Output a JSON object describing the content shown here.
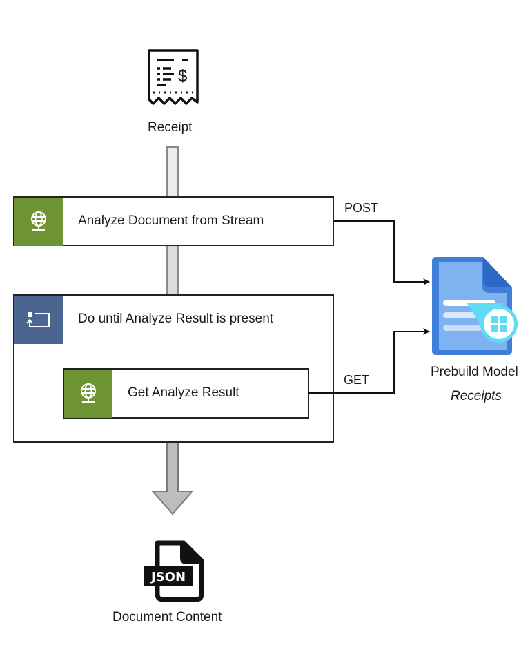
{
  "diagram": {
    "source": {
      "label": "Receipt",
      "icon": "receipt-icon"
    },
    "steps": [
      {
        "label": "Analyze Document from Stream",
        "icon": "globe-network-icon",
        "color": "#6e9332"
      },
      {
        "label": "Do until Analyze Result is present",
        "icon": "loop-icon",
        "color": "#4b6590",
        "children": [
          {
            "label": "Get Analyze Result",
            "icon": "globe-network-icon",
            "color": "#6e9332"
          }
        ]
      }
    ],
    "model": {
      "label": "Prebuild Model",
      "sublabel": "Receipts",
      "icon": "form-recognizer-icon"
    },
    "output": {
      "label": "Document Content",
      "icon": "json-file-icon",
      "badge": "JSON"
    },
    "connections": [
      {
        "from": "Analyze Document from Stream",
        "to": "Prebuild Model",
        "label": "POST"
      },
      {
        "from": "Get Analyze Result",
        "to": "Prebuild Model",
        "label": "GET"
      }
    ]
  }
}
